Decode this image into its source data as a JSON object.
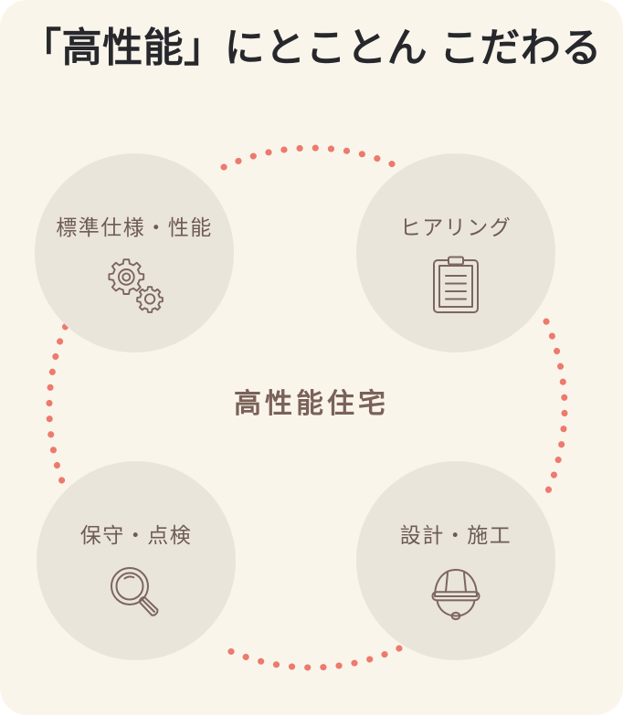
{
  "theme": {
    "background": "#FAF5EB",
    "circle_fill": "#EAE5DB",
    "title_color": "#26282C",
    "label_color": "#6E5B55",
    "center_color": "#7A6259",
    "accent_dotted": "#EC7A6D",
    "icon_stroke": "#7C6660"
  },
  "header": {
    "title": "「高性能」にとことん こだわる"
  },
  "diagram": {
    "center_label": "高性能住宅",
    "nodes": [
      {
        "id": "standard-spec",
        "label": "標準仕様・性能",
        "icon": "gears-icon",
        "position": "top-left"
      },
      {
        "id": "hearing",
        "label": "ヒアリング",
        "icon": "clipboard-icon",
        "position": "top-right"
      },
      {
        "id": "maintenance",
        "label": "保守・点検",
        "icon": "magnifying-glass-icon",
        "position": "bottom-left"
      },
      {
        "id": "design-build",
        "label": "設計・施工",
        "icon": "helmet-icon",
        "position": "bottom-right"
      }
    ]
  }
}
